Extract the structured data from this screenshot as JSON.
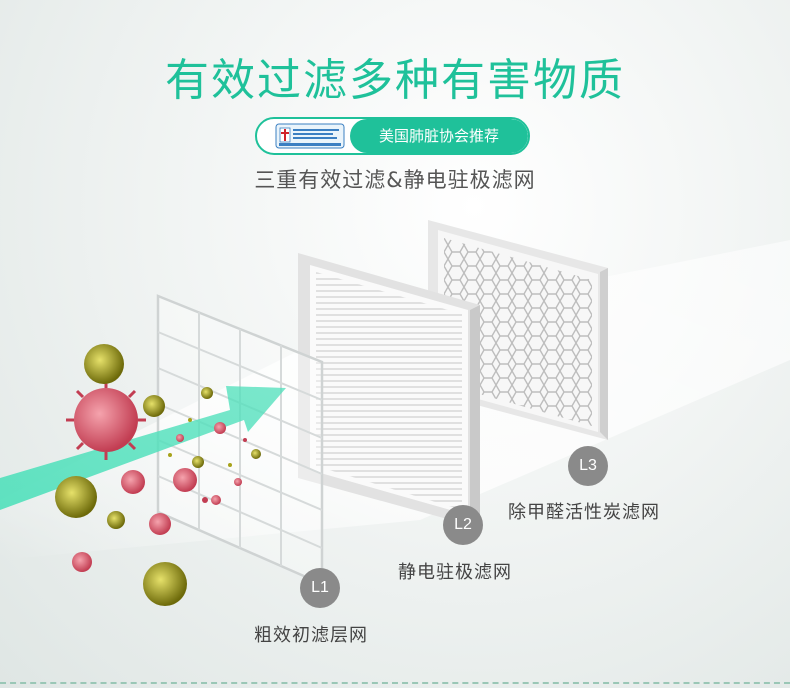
{
  "header": {
    "title": "有效过滤多种有害物质",
    "badge_label": "美国肺脏协会推荐",
    "subtitle": "三重有效过滤&静电驻极滤网"
  },
  "layers": [
    {
      "id": "L1",
      "label": "粗效初滤层网"
    },
    {
      "id": "L2",
      "label": "静电驻极滤网"
    },
    {
      "id": "L3",
      "label": "除甲醛活性炭滤网"
    }
  ],
  "colors": {
    "accent": "#1fc19a",
    "badge_grey": "#8a8a8a",
    "virus_red": "#d9566a",
    "virus_yellow": "#a7a21a"
  },
  "icons": [
    "lung-association-logo-icon",
    "airflow-arrow-icon",
    "virus-icon"
  ]
}
